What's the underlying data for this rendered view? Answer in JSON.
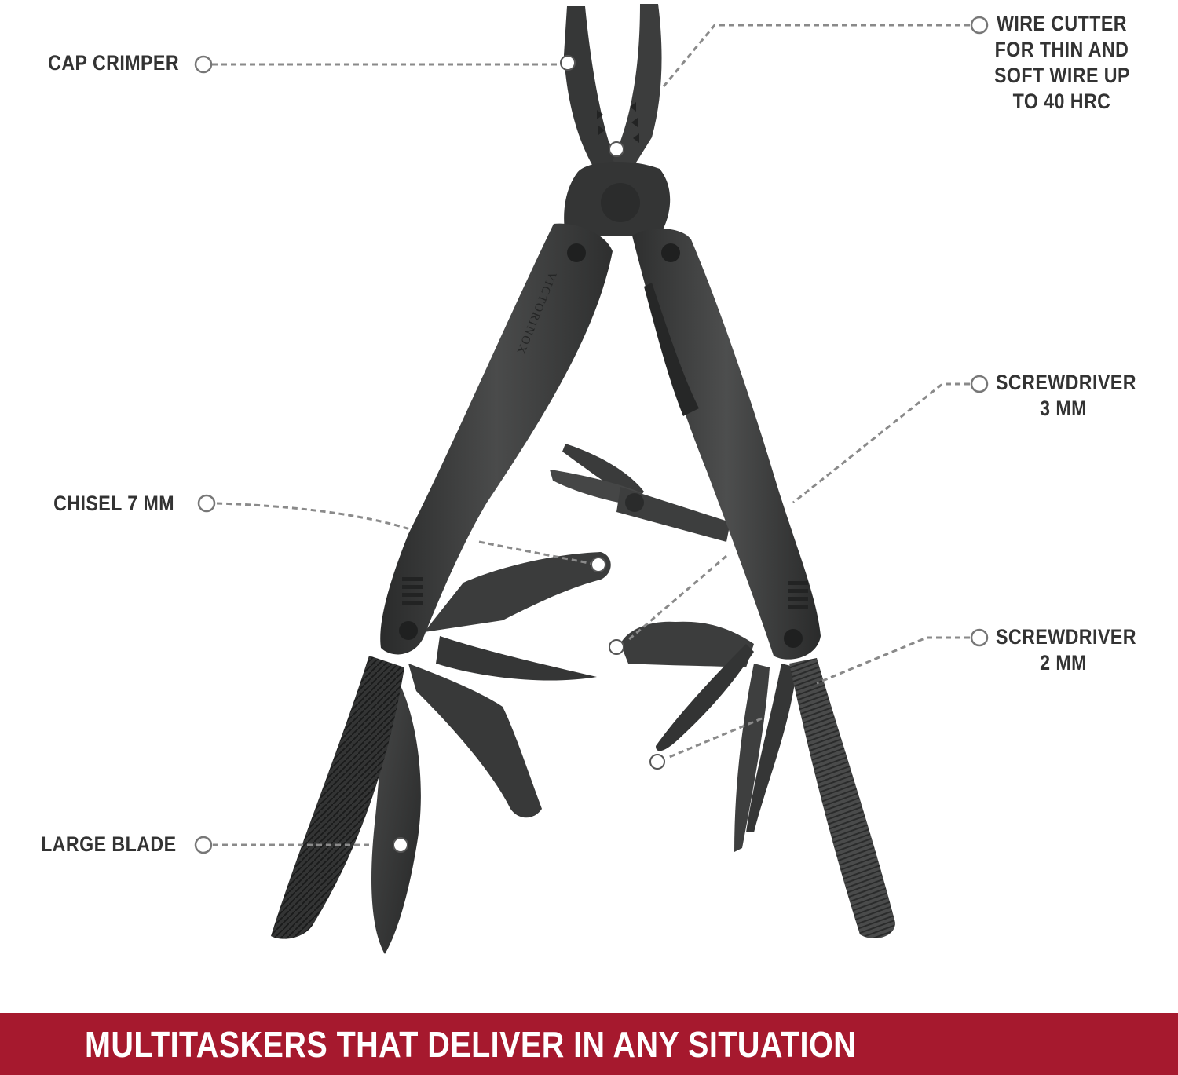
{
  "labels": {
    "cap_crimper": "CAP CRIMPER",
    "chisel": "CHISEL 7 MM",
    "large_blade": "LARGE BLADE",
    "wire_cutter": [
      "WIRE CUTTER",
      "FOR THIN AND",
      "SOFT WIRE UP",
      "TO 40 HRC"
    ],
    "screwdriver_3mm": [
      "SCREWDRIVER",
      "3 MM"
    ],
    "screwdriver_2mm": [
      "SCREWDRIVER",
      "2 MM"
    ]
  },
  "brand_engraving": "VICTORINOX",
  "banner": {
    "text": "MULTITASKERS THAT DELIVER IN ANY SITUATION"
  },
  "colors": {
    "banner": "#a6192e",
    "tool": "#3c3d3d",
    "tool_dark": "#232424",
    "tool_light": "#5a5b5b",
    "text": "#333333",
    "leader": "#8a8a8a"
  }
}
